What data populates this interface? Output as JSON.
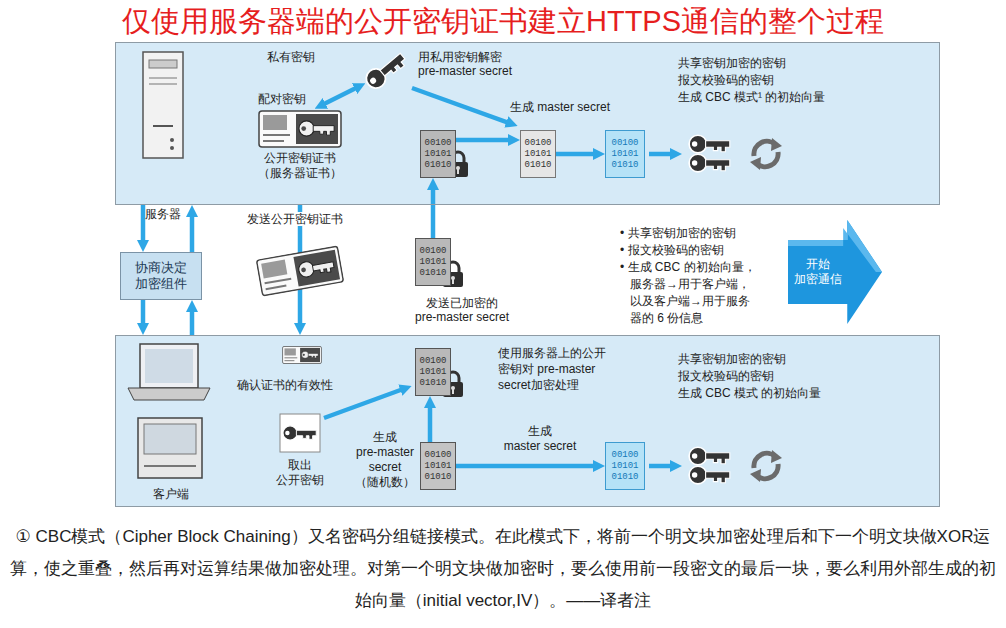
{
  "diagram": {
    "title": "仅使用服务器端的公开密钥证书建立HTTPS通信的整个过程",
    "caption": "① CBC模式（Cipher Block Chaining）又名密码分组链接模式。在此模式下，将前一个明文块加密处理后和下一个明文块做XOR运算，使之重叠，然后再对运算结果做加密处理。对第一个明文块做加密时，要么使用前一段密文的最后一块，要么利用外部生成的初始向量（initial vector,IV）。——译者注",
    "nodes": [
      {
        "text": [
          "服务器"
        ]
      },
      {
        "text": [
          "00100 10101 01010"
        ],
        "in": 0
      },
      {
        "text": [
          "00100 10101 01010"
        ],
        "in": 0
      },
      {
        "text": [
          "00100 10101 01010"
        ],
        "in": 0
      },
      {
        "text": [
          "协商决定 加密组件"
        ]
      },
      {
        "text": [
          "00100 10101 01010"
        ]
      },
      {
        "text": [
          "开始 加密通信"
        ]
      },
      {
        "text": [
          "客户端"
        ]
      },
      {
        "text": [
          "00100 10101 01010"
        ],
        "in": 7
      },
      {
        "text": [
          "00100 10101 01010"
        ],
        "in": 7
      },
      {
        "text": [
          "00100 10101 01010"
        ],
        "in": 7
      }
    ],
    "edges": [
      {
        "from": 0,
        "to": 4,
        "arrow": "to"
      },
      {
        "from": 4,
        "to": 0,
        "arrow": "to"
      },
      {
        "from": 4,
        "to": 7,
        "arrow": "to"
      },
      {
        "from": 7,
        "to": 4,
        "arrow": "to"
      },
      {
        "from": 0,
        "to": 7,
        "label": "发送公开密钥证书",
        "arrow": "to"
      },
      {
        "from": 5,
        "to": 1,
        "arrow": "to"
      },
      {
        "from": 1,
        "to": 2,
        "arrow": "to"
      },
      {
        "from": 2,
        "to": 3,
        "arrow": "to"
      },
      {
        "from": 9,
        "to": 8,
        "arrow": "to"
      },
      {
        "from": 9,
        "to": 10,
        "arrow": "to"
      }
    ],
    "labels": [
      "私有密钥",
      "用私用密钥解密",
      "pre-master secret",
      "配对密钥",
      "公开密钥证书",
      "（服务器证书）",
      "生成 master secret",
      "共享密钥加密的密钥",
      "报文校验码的密钥",
      "生成 CBC 模式¹ 的初始向量",
      "发送已加密的",
      "pre-master secret",
      "• 共享密钥加密的密钥",
      "• 报文校验码的密钥",
      "• 生成 CBC 的初始向量，",
      "服务器→用于客户端，",
      "以及客户端→用于服务",
      "器的 6 份信息",
      "确认证书的有效性",
      "取出",
      "公开密钥",
      "生成",
      "pre-master",
      "secret",
      "（随机数）",
      "使用服务器上的公开",
      "密钥对 pre-master",
      "secret加密处理",
      "生成",
      "master secret",
      "共享密钥加密的密钥",
      "报文校验码的密钥",
      "生成 CBC 模式 的初始向量"
    ]
  }
}
